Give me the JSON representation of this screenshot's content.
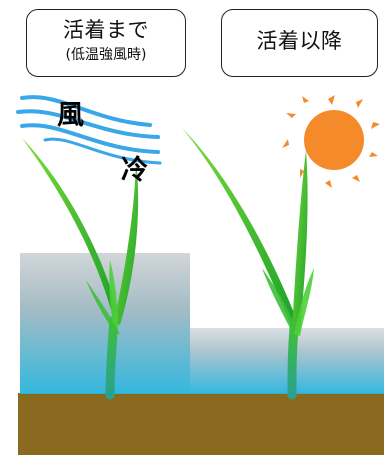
{
  "panels": {
    "left": {
      "title": "活着まで",
      "subtitle": "(低温強風時)"
    },
    "right": {
      "title": "活着以降"
    }
  },
  "labels": {
    "wind": "風",
    "cold": "冷"
  },
  "icons": {
    "sun": "sun-icon",
    "wind": "wind-lines-icon",
    "seedling": "rice-seedling-icon"
  },
  "colors": {
    "soil": "#8a6a1e",
    "water_top": "#c7cdd0",
    "water_bottom": "#2fb4d8",
    "leaf": "#3dbb2f",
    "sun": "#f58a2a",
    "wind": "#39a7e8"
  }
}
